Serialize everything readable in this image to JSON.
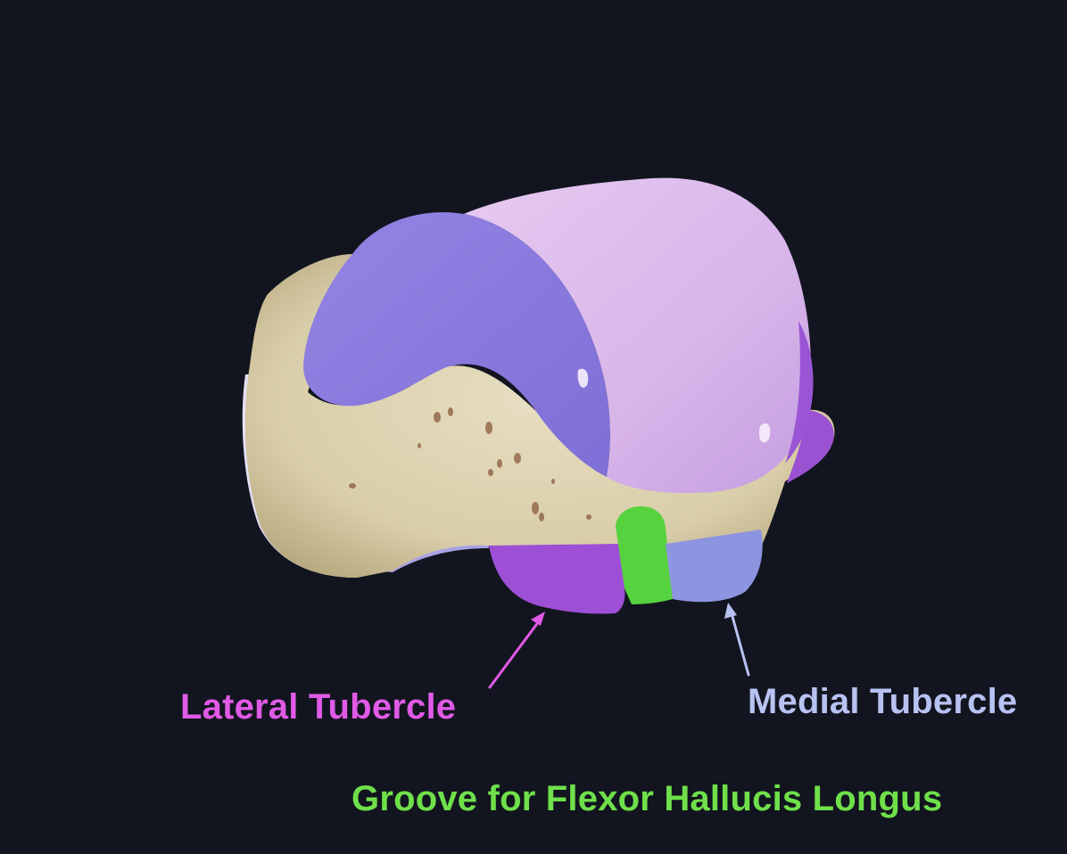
{
  "colors": {
    "background": "#12151f",
    "lateral": "#e05ae6",
    "medial": "#b8c2f2",
    "groove": "#6fe04a",
    "bone": "#ddd3b4",
    "bone_shadow": "#bfb08a",
    "cartilage_dark": "#8a78dc",
    "cartilage_light": "#d9b8ea",
    "lateral_surface": "#9d4fd6",
    "medial_surface": "#8d95e0",
    "groove_surface": "#56d23e",
    "side_light": "#cfc9ee",
    "side_shade": "#a59ee0"
  },
  "labels": {
    "lateral_tubercle": "Lateral Tubercle",
    "medial_tubercle": "Medial Tubercle",
    "groove": "Groove for Flexor Hallucis Longus"
  },
  "icons": {
    "lateral_arrow": "arrow-up-right-icon",
    "medial_arrow": "arrow-up-left-icon"
  }
}
